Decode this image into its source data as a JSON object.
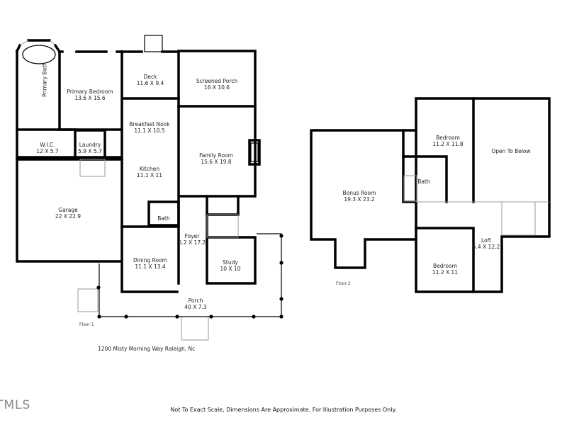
{
  "floor1": {
    "label": "Floor 1",
    "rooms": [
      {
        "name": "Primary Bath",
        "dims": ""
      },
      {
        "name": "Primary Bedroom",
        "dims": "13.6 X 15.6"
      },
      {
        "name": "Deck",
        "dims": "11.6 X 9.4"
      },
      {
        "name": "Screened Porch",
        "dims": "16 X 10.6"
      },
      {
        "name": "Breakfast Nook",
        "dims": "11.1 X 10.5"
      },
      {
        "name": "W.I.C.",
        "dims": "12 X 5.7"
      },
      {
        "name": "Laundry",
        "dims": "5.9 X 5.7"
      },
      {
        "name": "Family Room",
        "dims": "15.6 X 19.8"
      },
      {
        "name": "Kitchen",
        "dims": "11.1 X 11"
      },
      {
        "name": "Garage",
        "dims": "22 X 22.9"
      },
      {
        "name": "Bath",
        "dims": ""
      },
      {
        "name": "Foyer",
        "dims": "5.2 X 17.2"
      },
      {
        "name": "Dining Room",
        "dims": "11.1 X 13.4"
      },
      {
        "name": "Study",
        "dims": "10 X 10"
      },
      {
        "name": "Porch",
        "dims": "40 X 7.3"
      }
    ]
  },
  "floor2": {
    "label": "Floor 2",
    "rooms": [
      {
        "name": "Bedroom",
        "dims": "11.2 X 11.8"
      },
      {
        "name": "Open To Below",
        "dims": ""
      },
      {
        "name": "Bath",
        "dims": ""
      },
      {
        "name": "Bonus Room",
        "dims": "19.3 X 23.2"
      },
      {
        "name": "Loft",
        "dims": "5.4 X 12.2"
      },
      {
        "name": "Bedroom",
        "dims": "11.2 X 11"
      }
    ]
  },
  "address": "1200 Misty Morning Way Raleigh, Nc",
  "disclaimer": "Not To Exact Scale, Dimensions Are Approximate. For Illustration Purposes Only.",
  "logo": "TMLS"
}
